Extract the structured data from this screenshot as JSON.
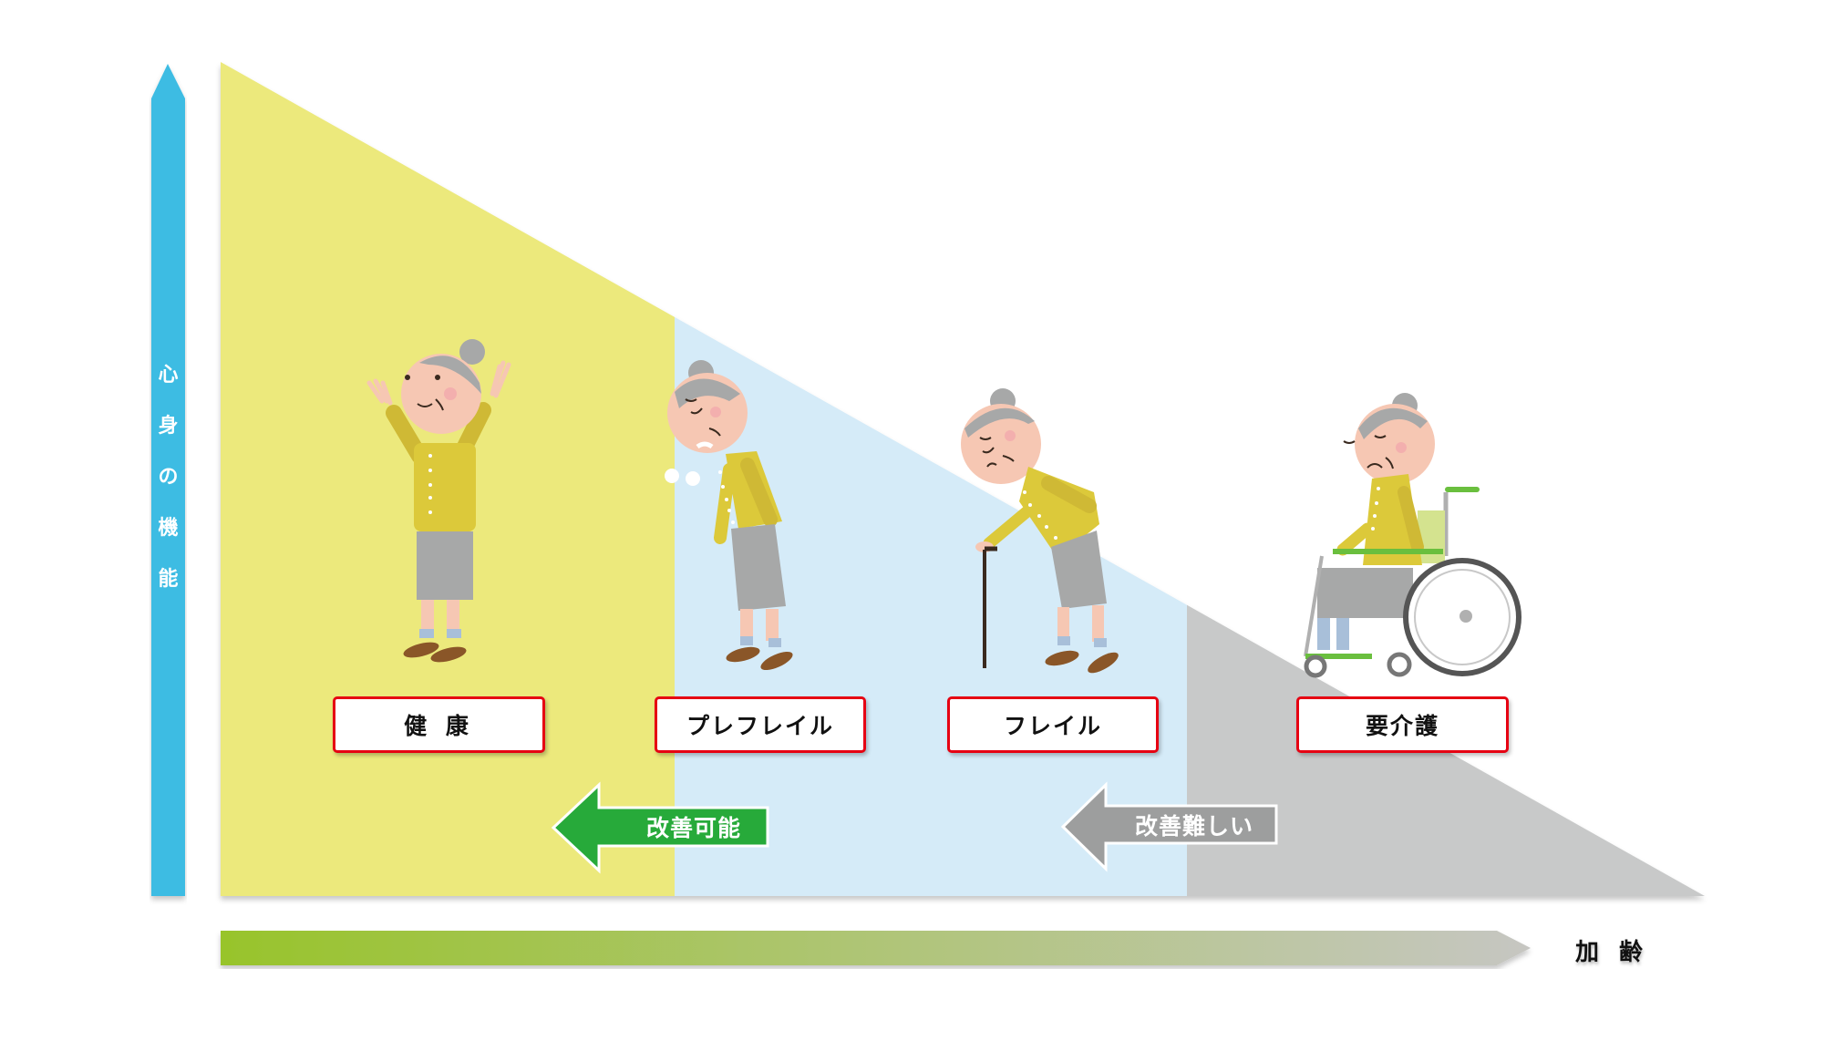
{
  "diagram": {
    "vertical_axis": {
      "label_chars": [
        "心",
        "身",
        "の",
        "機",
        "能"
      ],
      "label": "心身の機能",
      "color": "#3dbce3"
    },
    "horizontal_axis": {
      "label": "加齢",
      "label_chars": [
        "加",
        "齢"
      ],
      "gradient_start": "#98c42b",
      "gradient_end": "#c6c6c2"
    },
    "stages": [
      {
        "label": "健 康",
        "zone_color": "#ece97c",
        "figure": "standing-arms-raised"
      },
      {
        "label": "プレフレイル",
        "zone_color": "#d5ebf8",
        "figure": "stooped-out-of-breath"
      },
      {
        "label": "フレイル",
        "zone_color": "#d5ebf8",
        "figure": "bent-with-cane"
      },
      {
        "label": "要介護",
        "zone_color": "#c8c9c9",
        "figure": "in-wheelchair"
      }
    ],
    "arrows": [
      {
        "label": "改善可能",
        "color": "#27aa3a",
        "direction": "left"
      },
      {
        "label": "改善難しい",
        "color": "#9d9e9e",
        "direction": "left"
      }
    ],
    "label_border_color": "#e60012"
  }
}
